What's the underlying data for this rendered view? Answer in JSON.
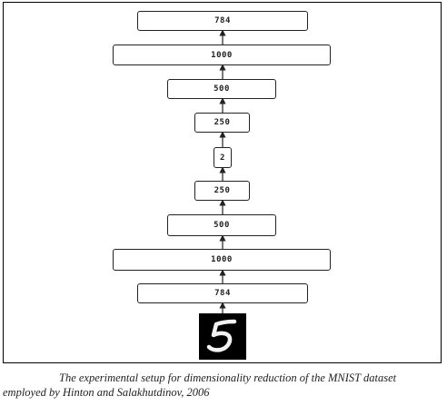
{
  "diagram": {
    "layers_top_to_bottom": [
      {
        "label": "784"
      },
      {
        "label": "1000"
      },
      {
        "label": "500"
      },
      {
        "label": "250"
      },
      {
        "label": "2"
      },
      {
        "label": "250"
      },
      {
        "label": "500"
      },
      {
        "label": "1000"
      },
      {
        "label": "784"
      }
    ],
    "input_image": "handwritten-digit-5-icon"
  },
  "caption": {
    "line1": "The experimental setup for dimensionality reduction of the MNIST dataset",
    "line2": "employed by Hinton and Salakhutdinov, 2006"
  }
}
